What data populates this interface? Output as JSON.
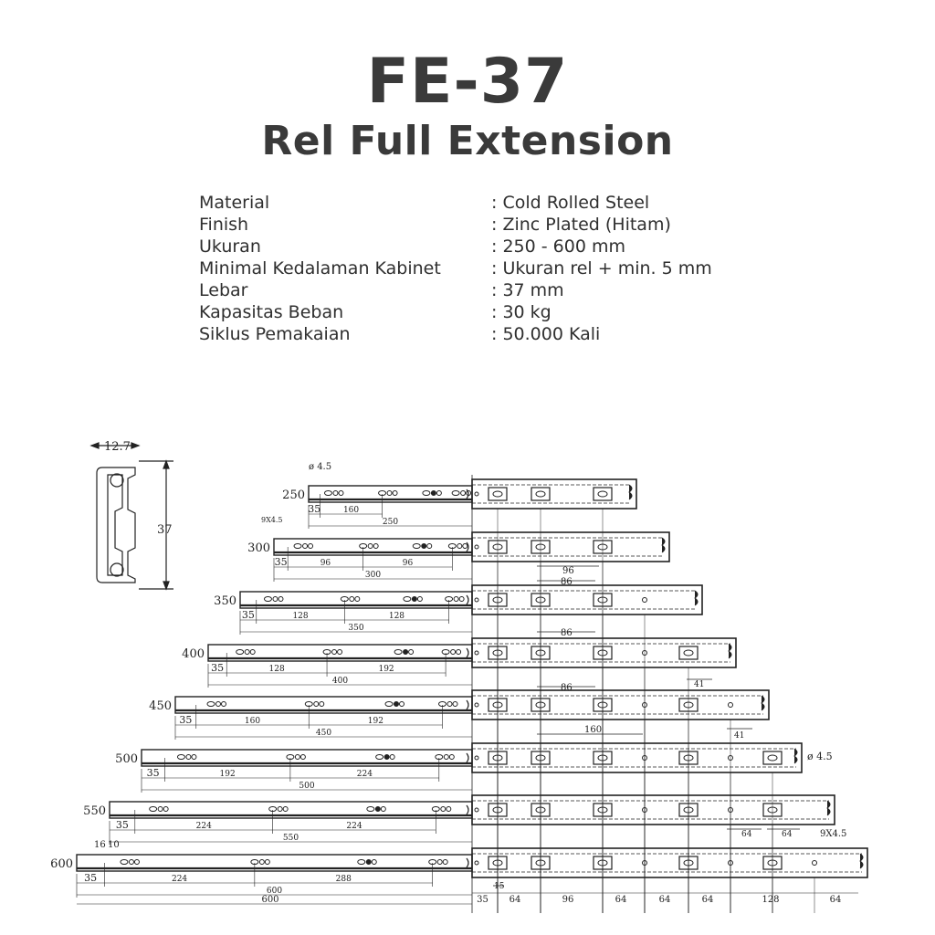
{
  "header": {
    "model": "FE-37",
    "subtitle": "Rel Full Extension"
  },
  "specs": [
    {
      "key": "Material",
      "value": ": Cold Rolled Steel"
    },
    {
      "key": "Finish",
      "value": ": Zinc Plated (Hitam)"
    },
    {
      "key": "Ukuran",
      "value": ": 250 - 600 mm"
    },
    {
      "key": "Minimal Kedalaman Kabinet",
      "value": ": Ukuran rel + min. 5 mm"
    },
    {
      "key": "Lebar",
      "value": ": 37 mm"
    },
    {
      "key": "Kapasitas Beban",
      "value": ": 30 kg"
    },
    {
      "key": "Siklus Pemakaian",
      "value": ": 50.000 Kali"
    }
  ],
  "profile": {
    "thickness_label": "12.7",
    "height_label": "37"
  },
  "rails": [
    {
      "size": "250",
      "dims": [
        "35",
        "160",
        "250"
      ]
    },
    {
      "size": "300",
      "dims": [
        "35",
        "96",
        "96",
        "300"
      ]
    },
    {
      "size": "350",
      "dims": [
        "35",
        "128",
        "128",
        "350"
      ]
    },
    {
      "size": "400",
      "dims": [
        "35",
        "128",
        "192",
        "400"
      ]
    },
    {
      "size": "450",
      "dims": [
        "35",
        "160",
        "192",
        "450"
      ]
    },
    {
      "size": "500",
      "dims": [
        "35",
        "192",
        "224",
        "500"
      ]
    },
    {
      "size": "550",
      "dims": [
        "35",
        "224",
        "224",
        "550"
      ]
    },
    {
      "size": "600",
      "dims": [
        "35",
        "224",
        "288",
        "600"
      ]
    }
  ],
  "annotations": {
    "hole_dia": "ø 4.5",
    "hole_dia_right": "ø 4.5",
    "slot_spec": "9X4.5",
    "slot_spec_right": "9X4.5",
    "d96": "96",
    "d86a": "86",
    "d86b": "86",
    "d86c": "86",
    "d41a": "41",
    "d41b": "41",
    "d160": "160",
    "d64a": "64",
    "d64b": "64",
    "d16": "16",
    "d10": "10",
    "d15": "15"
  },
  "bottom_dims": [
    "35",
    "64",
    "96",
    "64",
    "64",
    "64",
    "128",
    "64"
  ]
}
